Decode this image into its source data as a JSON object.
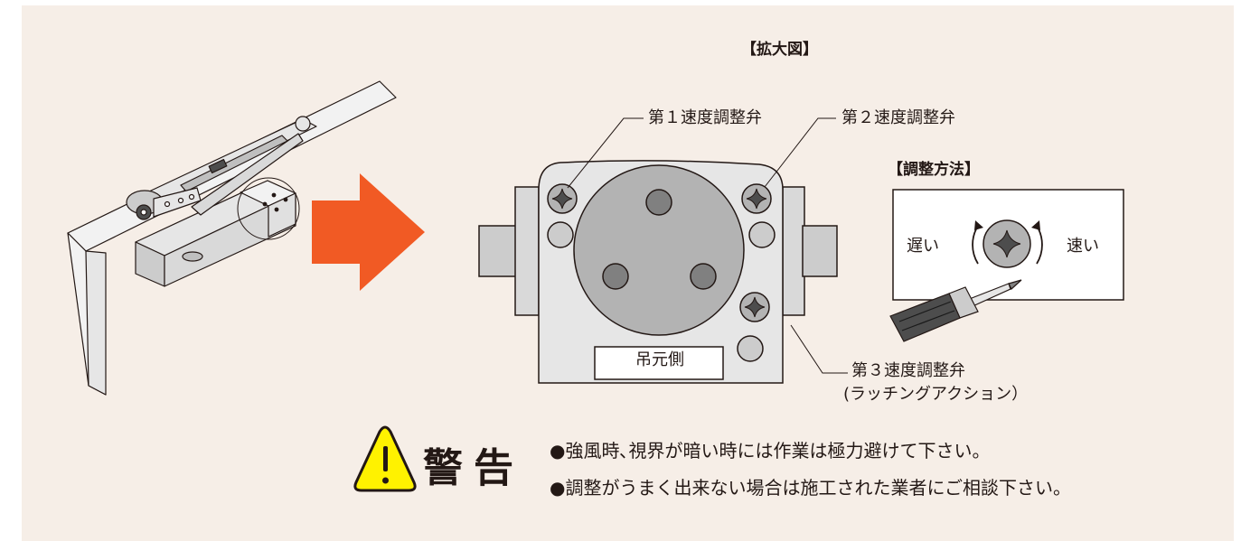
{
  "enlarged_view": {
    "title": "【拡大図】",
    "valve_1_label": "第１速度調整弁",
    "valve_2_label": "第２速度調整弁",
    "valve_3_label": "第３速度調整弁",
    "valve_3_sublabel": "(ラッチングアクション）",
    "hinge_side_label": "吊元側"
  },
  "adjust_method": {
    "title": "【調整方法】",
    "slow_label": "遅い",
    "fast_label": "速い"
  },
  "warning": {
    "title": "警告",
    "lines": [
      "●強風時､視界が暗い時には作業は極力避けて下さい。",
      "●調整がうまく出来ない場合は施工された業者にご相談下さい。"
    ]
  },
  "colors": {
    "background": "#f6eee7",
    "arrow": "#f15a24",
    "warning_triangle": "#fff200",
    "metal": "#d9d9d9",
    "valve_face": "#b3b3b3"
  }
}
